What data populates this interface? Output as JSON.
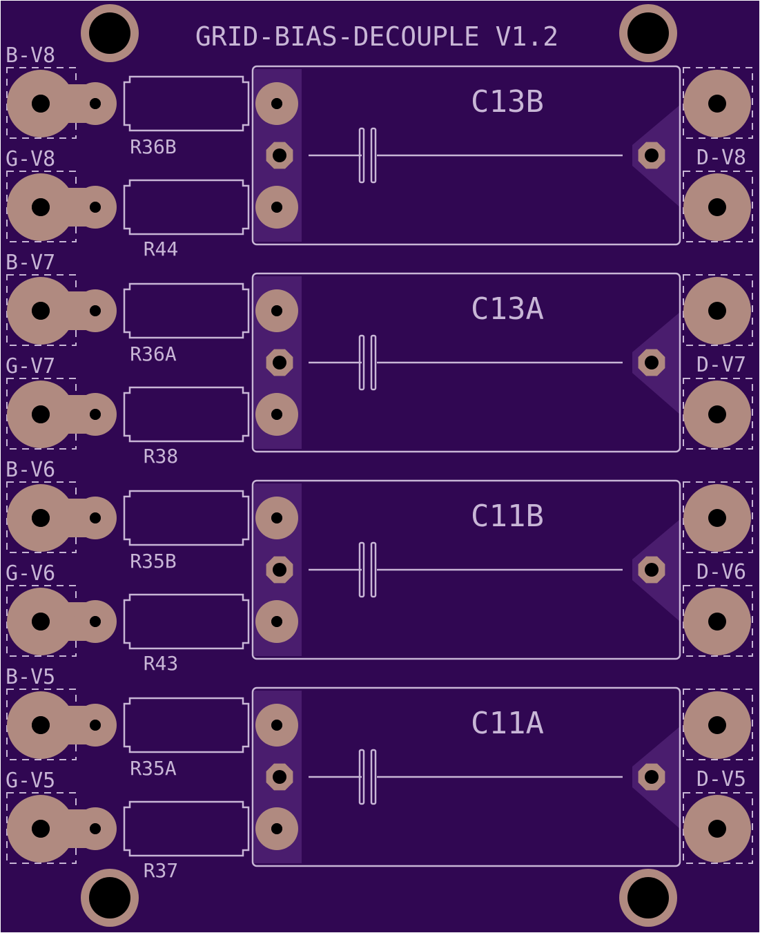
{
  "board": {
    "title": "GRID-BIAS-DECOUPLE V1.2",
    "colors": {
      "substrate": "#300752",
      "silkscreen": "#c8b6d6",
      "copper": "#b08a80",
      "ground_fill": "#4a1d6e",
      "drill": "#000000",
      "outline": "#ffffff"
    }
  },
  "sections": [
    {
      "capacitor": "C13B",
      "bias_label": "B-V8",
      "grid_label": "G-V8",
      "decouple_label": "D-V8",
      "resistor_top": "R36B",
      "resistor_bottom": "R44"
    },
    {
      "capacitor": "C13A",
      "bias_label": "B-V7",
      "grid_label": "G-V7",
      "decouple_label": "D-V7",
      "resistor_top": "R36A",
      "resistor_bottom": "R38"
    },
    {
      "capacitor": "C11B",
      "bias_label": "B-V6",
      "grid_label": "G-V6",
      "decouple_label": "D-V6",
      "resistor_top": "R35B",
      "resistor_bottom": "R43"
    },
    {
      "capacitor": "C11A",
      "bias_label": "B-V5",
      "grid_label": "G-V5",
      "decouple_label": "D-V5",
      "resistor_top": "R35A",
      "resistor_bottom": "R37"
    }
  ]
}
